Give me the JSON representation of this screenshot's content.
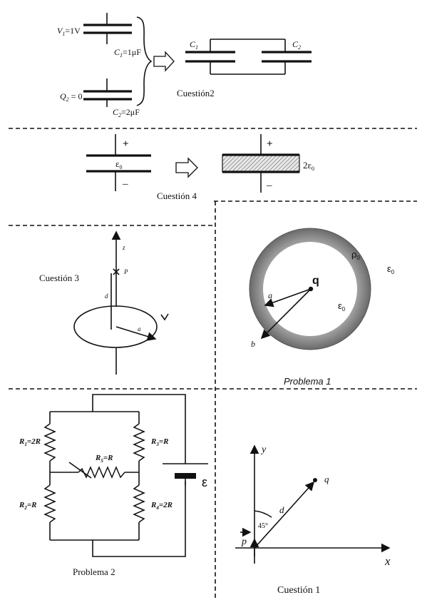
{
  "cuestion2": {
    "v1": "V",
    "v1_sub": "1",
    "v1_val": "=1V",
    "c1": "C",
    "c1_sub": "1",
    "c1_val": "=1μF",
    "q2": "Q",
    "q2_sub": "2",
    "q2_val": " = 0",
    "c2": "C",
    "c2_sub": "2",
    "c2_val": "=2μF",
    "right_c1": "C",
    "right_c1_sub": "1",
    "right_c2": "C",
    "right_c2_sub": "2",
    "title": "Cuestión2"
  },
  "cuestion4": {
    "plus_left": "+",
    "minus_left": "–",
    "eps_left": "ε",
    "eps_left_sub": "0",
    "plus_right": "+",
    "minus_right": "–",
    "eps_right": "2ε",
    "eps_right_sub": "0",
    "title": "Cuestión 4"
  },
  "cuestion3": {
    "title": "Cuestión 3",
    "z": "z",
    "p": "P",
    "d": "d",
    "a": "a"
  },
  "problema1": {
    "rho": "ρ",
    "rho_sub": "0",
    "eps_out": "ε",
    "eps_out_sub": "0",
    "q": "q",
    "a": "a",
    "eps_in": "ε",
    "eps_in_sub": "0",
    "b": "b",
    "title": "Problema 1"
  },
  "problema2": {
    "r1": "R",
    "r1_sub": "1",
    "r1_val": "=2R",
    "r2": "R",
    "r2_sub": "2",
    "r2_val": "=R",
    "r3": "R",
    "r3_sub": "3",
    "r3_val": "=R",
    "r4": "R",
    "r4_sub": "4",
    "r4_val": "=2R",
    "r5": "R",
    "r5_sub": "5",
    "r5_val": "=R",
    "emf": "ε",
    "title": "Problema 2"
  },
  "cuestion1": {
    "y": "y",
    "x": "x",
    "q": "q",
    "d": "d",
    "angle": "45°",
    "p": "p",
    "title": "Cuestión 1"
  }
}
